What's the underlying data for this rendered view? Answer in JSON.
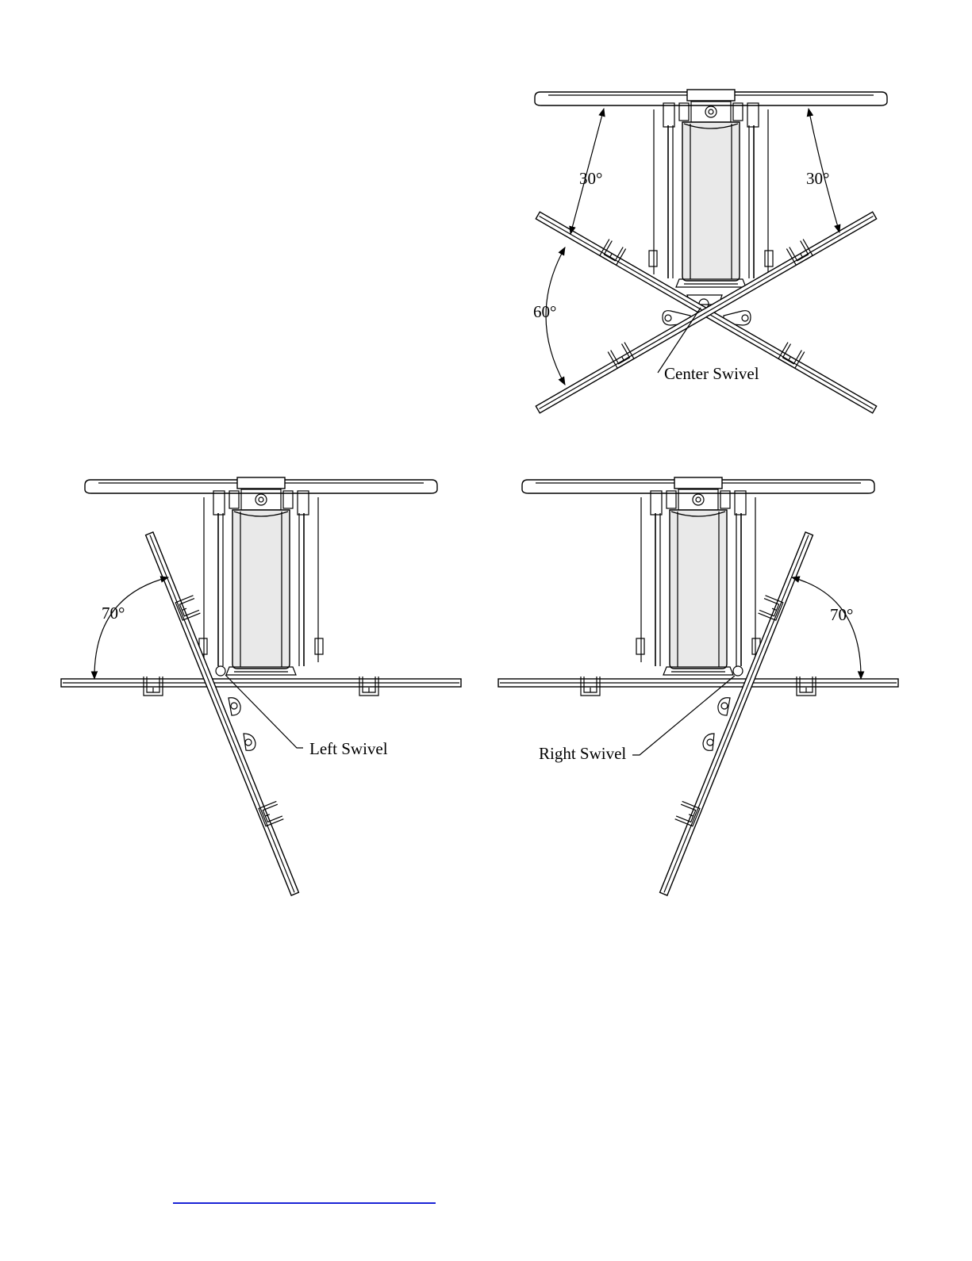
{
  "diagrams": [
    {
      "id": "center",
      "swivel_label": "Center Swivel",
      "angles": {
        "left_upper": "30°",
        "right_upper": "30°",
        "between": "60°"
      }
    },
    {
      "id": "left",
      "swivel_label": "Left Swivel",
      "angles": {
        "main": "70°"
      }
    },
    {
      "id": "right",
      "swivel_label": "Right Swivel",
      "angles": {
        "main": "70°"
      }
    }
  ],
  "footer": {
    "link_text": ""
  }
}
